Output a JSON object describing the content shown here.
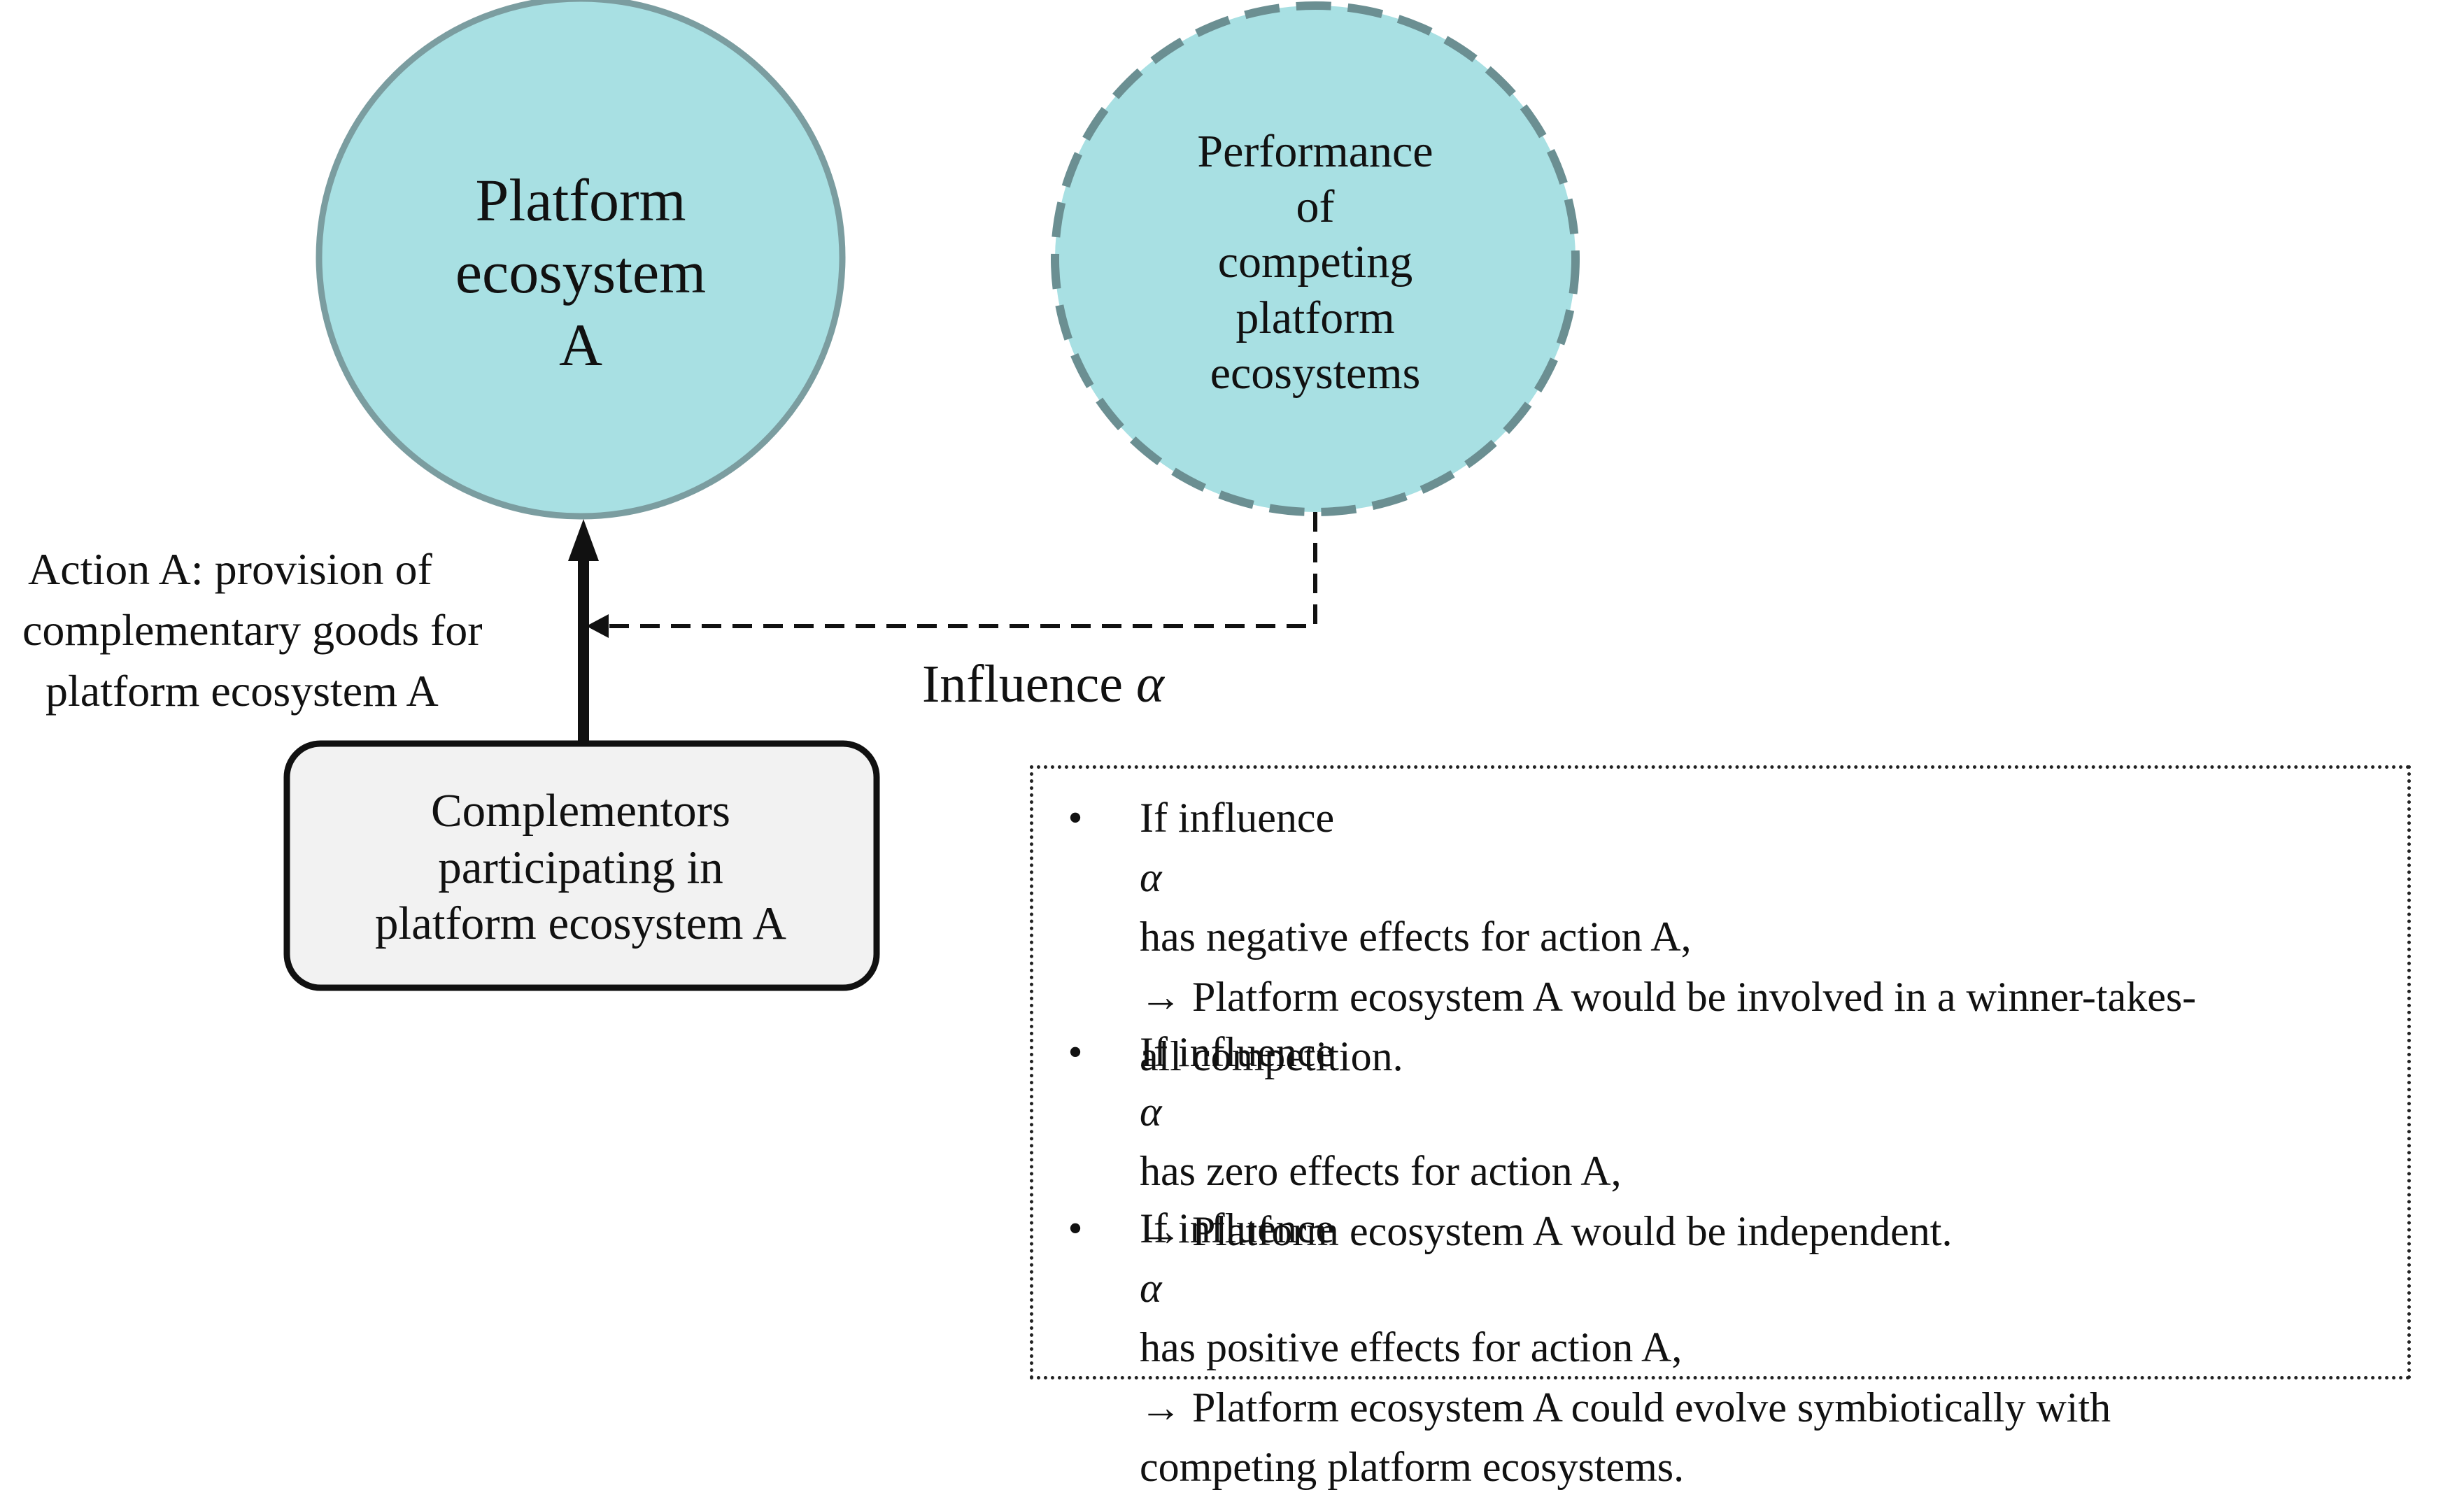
{
  "nodes": {
    "platform_a": {
      "lines": [
        "Platform",
        "ecosystem",
        "A"
      ],
      "fill": "#a8e0e3",
      "stroke": "#7b9da0"
    },
    "performance": {
      "lines": [
        "Performance",
        "of",
        "competing",
        "platform",
        "ecosystems"
      ],
      "fill": "#a8e0e3",
      "stroke": "#6b8f92"
    },
    "complementors": {
      "lines": [
        "Complementors",
        "participating in",
        "platform ecosystem A"
      ],
      "fill": "#f2f2f2",
      "stroke": "#111111"
    }
  },
  "edges": {
    "action_label_lines": [
      "Action A: provision of",
      "complementary goods for",
      "platform ecosystem A"
    ],
    "influence_prefix": "Influence ",
    "influence_symbol": "α"
  },
  "effects": [
    {
      "bullet": "•",
      "line1_prefix": "If influence ",
      "symbol": "α",
      "line1_suffix": " has negative effects for action A,",
      "line2": "→ Platform ecosystem A would be involved  in a winner-takes-",
      "line3": "all competition."
    },
    {
      "bullet": "•",
      "line1_prefix": "If influence ",
      "symbol": "α",
      "line1_suffix": " has zero effects for action A,",
      "line2": "→ Platform ecosystem A would be independent.",
      "line3": ""
    },
    {
      "bullet": "•",
      "line1_prefix": "If influence ",
      "symbol": "α",
      "line1_suffix": " has positive effects for action A,",
      "line2": "→ Platform ecosystem A could evolve symbiotically with",
      "line3": "competing platform ecosystems."
    }
  ]
}
